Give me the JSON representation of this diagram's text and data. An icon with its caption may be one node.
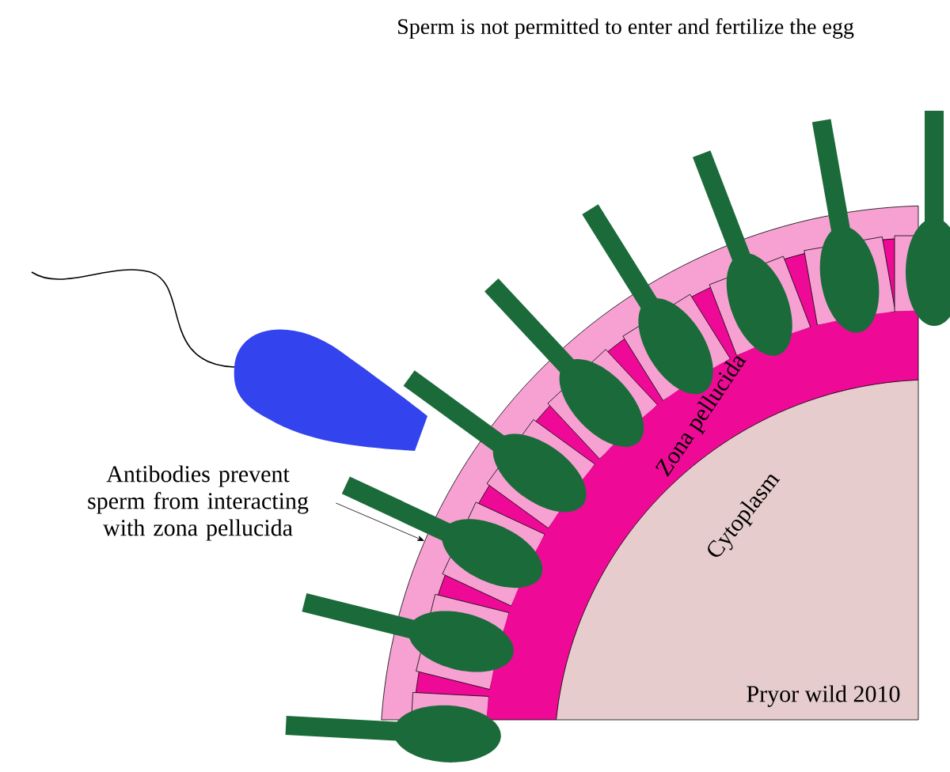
{
  "diagram": {
    "title": "Sperm is not permitted to enter and fertilize the egg",
    "nodes": [
      {
        "text": [
          "Antibodies prevent sperm from interacting with zona pellucida"
        ]
      },
      {
        "text": [],
        "shape": "picture"
      }
    ],
    "edges": [
      {
        "from": 0,
        "to": 1,
        "arrow": "to"
      }
    ],
    "labels": [
      "Zona pellucida",
      "Cytoplasm",
      "Pryor wild 2010"
    ]
  }
}
